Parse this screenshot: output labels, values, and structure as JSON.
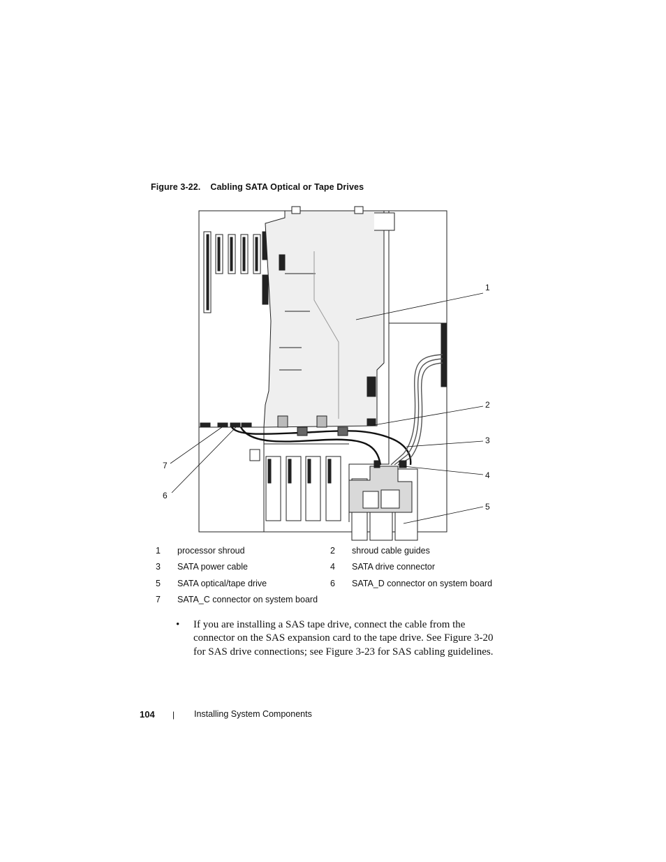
{
  "figure": {
    "number": "Figure 3-22.",
    "title": "Cabling SATA Optical or Tape Drives",
    "callouts": [
      "1",
      "2",
      "3",
      "4",
      "5",
      "6",
      "7"
    ]
  },
  "legend": {
    "rows": [
      [
        {
          "num": "1",
          "label": "processor shroud"
        },
        {
          "num": "2",
          "label": "shroud cable guides"
        }
      ],
      [
        {
          "num": "3",
          "label": "SATA power cable"
        },
        {
          "num": "4",
          "label": "SATA drive connector"
        }
      ],
      [
        {
          "num": "5",
          "label": "SATA optical/tape drive"
        },
        {
          "num": "6",
          "label": "SATA_D connector on system board"
        }
      ],
      [
        {
          "num": "7",
          "label": "SATA_C connector on system board"
        }
      ]
    ]
  },
  "body": {
    "bullet_symbol": "•",
    "bullet_text": "If you are installing a SAS tape drive, connect the cable from the connector on the SAS expansion card to the tape drive. See Figure 3-20 for SAS drive connections; see Figure 3-23 for SAS cabling guidelines."
  },
  "footer": {
    "page_number": "104",
    "separator": "|",
    "section_title": "Installing System Components"
  }
}
